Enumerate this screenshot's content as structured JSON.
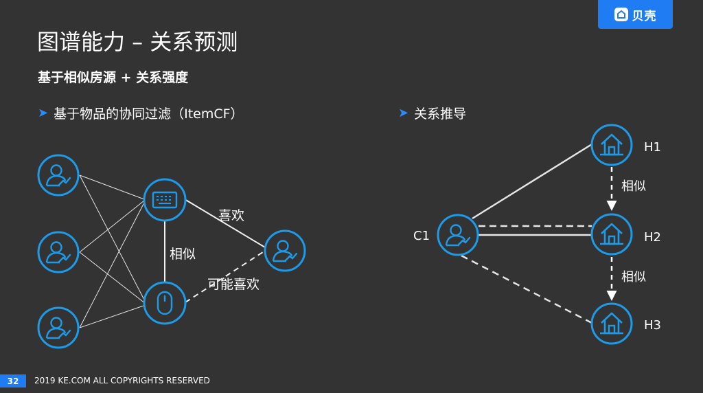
{
  "brand": {
    "logo_text": "贝壳",
    "accent_color": "#1f7cf2",
    "icon": "ke-logo-icon"
  },
  "title": "图谱能力 – 关系预测",
  "subtitle": "基于相似房源 + 关系强度",
  "left_section": {
    "heading": "基于物品的协同过滤（ItemCF）",
    "labels": {
      "like": "喜欢",
      "similar": "相似",
      "may_like": "可能喜欢"
    },
    "nodes": [
      {
        "id": "u1",
        "icon": "user-icon"
      },
      {
        "id": "u2",
        "icon": "user-icon"
      },
      {
        "id": "u3",
        "icon": "user-icon"
      },
      {
        "id": "keyboard",
        "icon": "keyboard-icon"
      },
      {
        "id": "mouse",
        "icon": "mouse-icon"
      },
      {
        "id": "u4",
        "icon": "user-icon"
      }
    ]
  },
  "right_section": {
    "heading": "关系推导",
    "labels": {
      "c1": "C1",
      "h1": "H1",
      "h2": "H2",
      "h3": "H3",
      "similar_1": "相似",
      "similar_2": "相似"
    },
    "nodes": [
      {
        "id": "C1",
        "icon": "user-icon"
      },
      {
        "id": "H1",
        "icon": "house-icon"
      },
      {
        "id": "H2",
        "icon": "house-icon"
      },
      {
        "id": "H3",
        "icon": "house-icon"
      }
    ]
  },
  "footer": {
    "page_number": "32",
    "copyright": "2019 KE.COM ALL COPYRIGHTS RESERVED"
  },
  "colors": {
    "background": "#333333",
    "node_stroke": "#1e9be8",
    "line": "#e6e6e6"
  }
}
